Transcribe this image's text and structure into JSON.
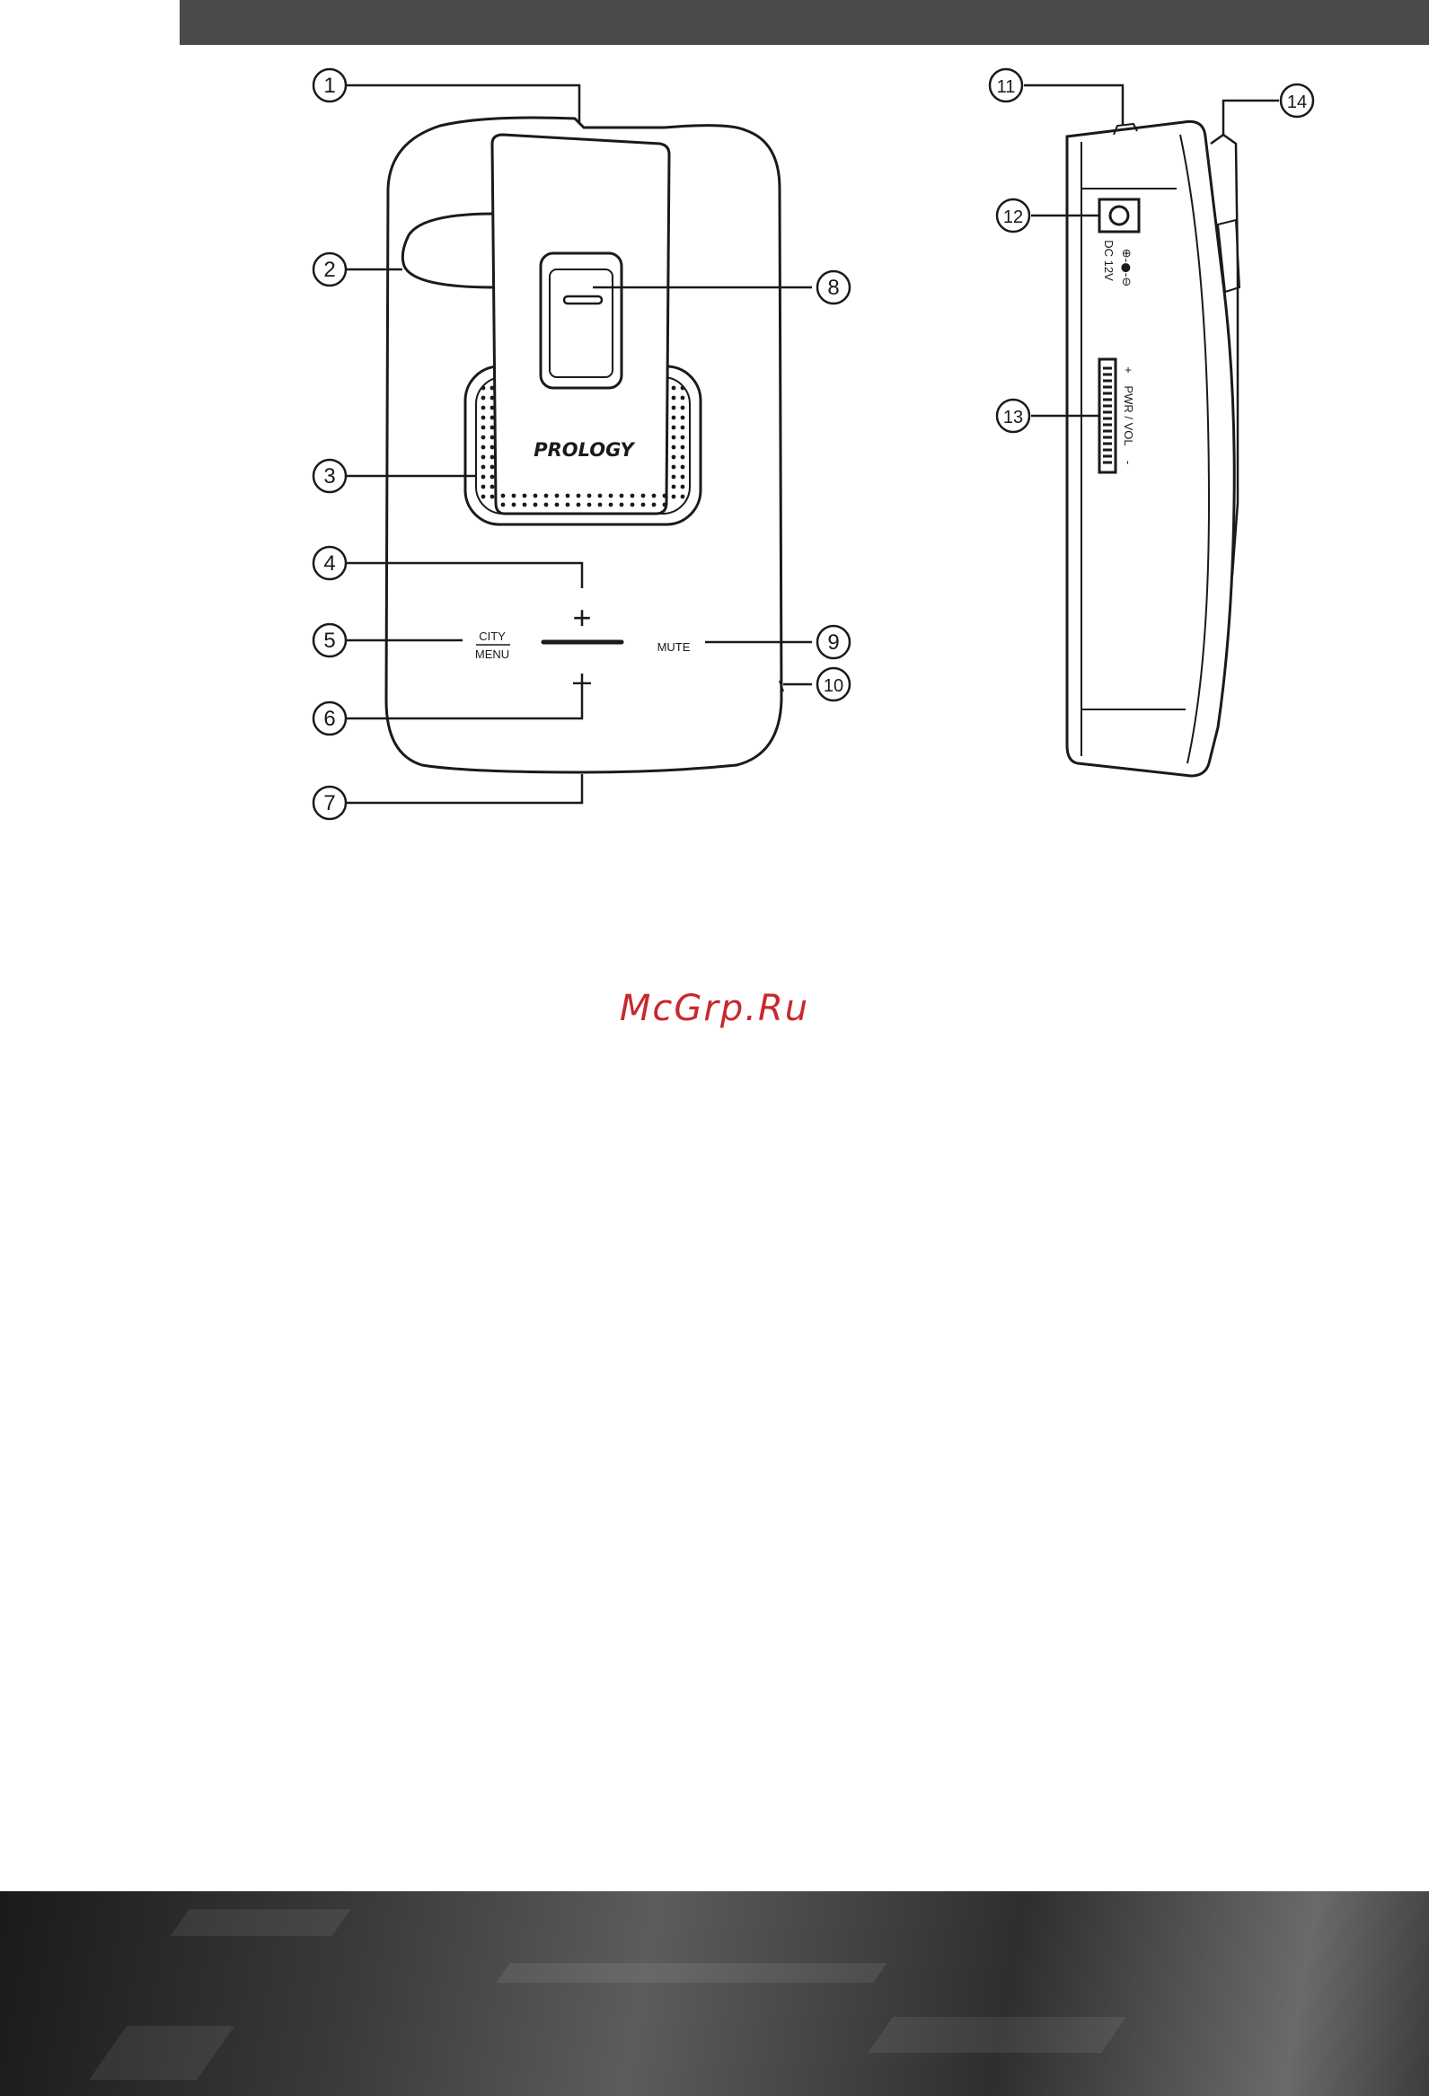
{
  "brand": {
    "logo_text": "PROLOGY"
  },
  "front_view": {
    "labels": {
      "city": "CITY",
      "menu": "MENU",
      "mute": "MUTE",
      "plus": "+",
      "minus": "–"
    }
  },
  "side_view": {
    "labels": {
      "dc_jack": "DC 12V",
      "dc_polarity": "⊕-●-⊖",
      "volume_wheel": "PWR / VOL",
      "vol_plus": "+",
      "vol_minus": "-"
    }
  },
  "callouts": [
    "1",
    "2",
    "3",
    "4",
    "5",
    "6",
    "7",
    "8",
    "9",
    "10",
    "11",
    "12",
    "13",
    "14"
  ],
  "watermark": {
    "text": "McGrp.Ru",
    "color": "#c8282d"
  },
  "colors": {
    "header_bar": "#4a4a4a",
    "line": "#1a1a1a"
  }
}
